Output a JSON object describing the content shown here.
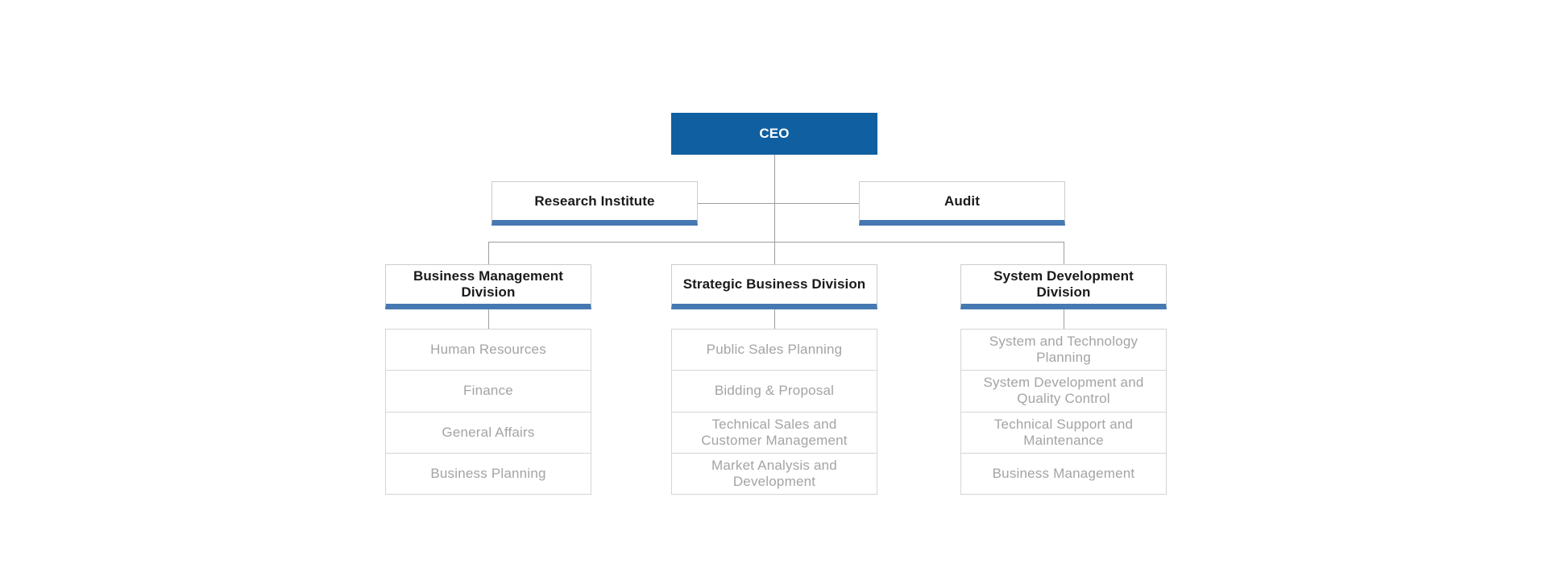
{
  "colors": {
    "node-blue": "#105FA0",
    "accent-bar": "#4679B2",
    "line-gray": "#9E9E9E",
    "muted-text": "#A4A4A4"
  },
  "org_chart": {
    "ceo": {
      "label": "CEO"
    },
    "staff_units": [
      {
        "label": "Research Institute"
      },
      {
        "label": "Audit"
      }
    ],
    "divisions": [
      {
        "label": "Business Management\nDivision",
        "departments": [
          "Human Resources",
          "Finance",
          "General Affairs",
          "Business Planning"
        ]
      },
      {
        "label": "Strategic Business Division",
        "departments": [
          "Public Sales Planning",
          "Bidding & Proposal",
          "Technical Sales and\nCustomer Management",
          "Market Analysis and\nDevelopment"
        ]
      },
      {
        "label": "System Development\nDivision",
        "departments": [
          "System and Technology\nPlanning",
          "System Development and\nQuality Control",
          "Technical Support and\nMaintenance",
          "Business Management"
        ]
      }
    ]
  }
}
